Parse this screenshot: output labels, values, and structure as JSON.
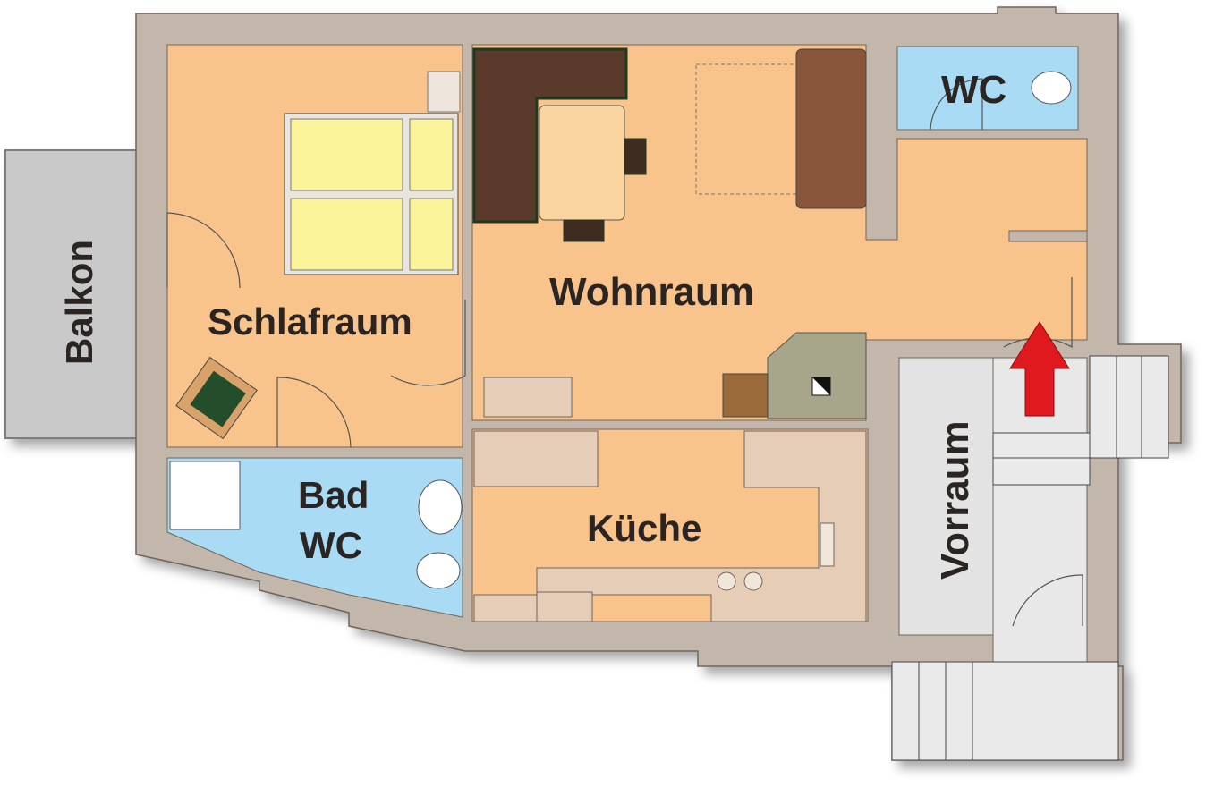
{
  "rooms": {
    "balkon": "Balkon",
    "schlafraum": "Schlafraum",
    "wohnraum": "Wohnraum",
    "wc": "WC",
    "bad_line1": "Bad",
    "bad_line2": "WC",
    "kueche": "Küche",
    "vorraum": "Vorraum"
  },
  "colors": {
    "wall": "#c2b7aa",
    "floor": "#f8c48b",
    "bath": "#a9dcf4",
    "hall": "#e3e3e3",
    "balcony": "#c9c9c9",
    "arrow": "#e0191e"
  }
}
